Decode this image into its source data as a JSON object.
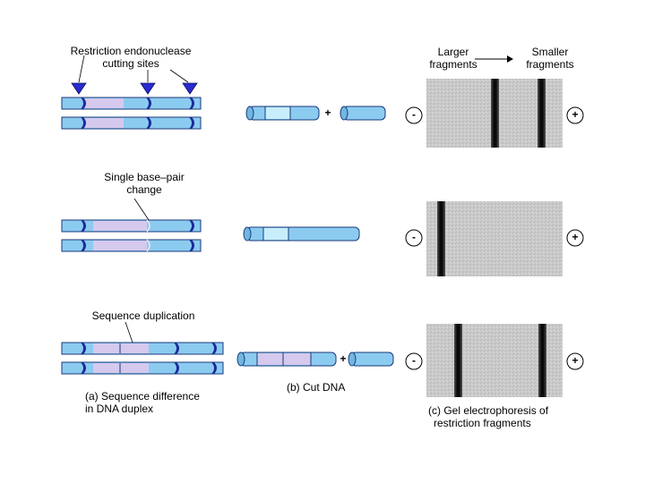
{
  "row1": {
    "label_line1": "Restriction endonuclease",
    "label_line2": "cutting sites"
  },
  "row2": {
    "label_line1": "Single base–pair",
    "label_line2": "change"
  },
  "row3": {
    "label": "Sequence duplication"
  },
  "panel_a": {
    "caption_line1": "(a) Sequence difference",
    "caption_line2": "in DNA duplex"
  },
  "panel_b": {
    "caption": "(b) Cut DNA"
  },
  "panel_c": {
    "caption_line1": "(c) Gel electrophoresis of",
    "caption_line2": "restriction fragments"
  },
  "gel": {
    "larger_line1": "Larger",
    "larger_line2": "fragments",
    "smaller_line1": "Smaller",
    "smaller_line2": "fragments",
    "minus": "-",
    "plus": "+"
  },
  "plus_sign": "+",
  "colors": {
    "dna": "#8ccbf0",
    "dna_stroke": "#1a3a7a",
    "highlight": "#d5c9ee",
    "site_mark": "#1a2a9a",
    "gel_bg": "#c8c8c8",
    "band": "#101010"
  }
}
